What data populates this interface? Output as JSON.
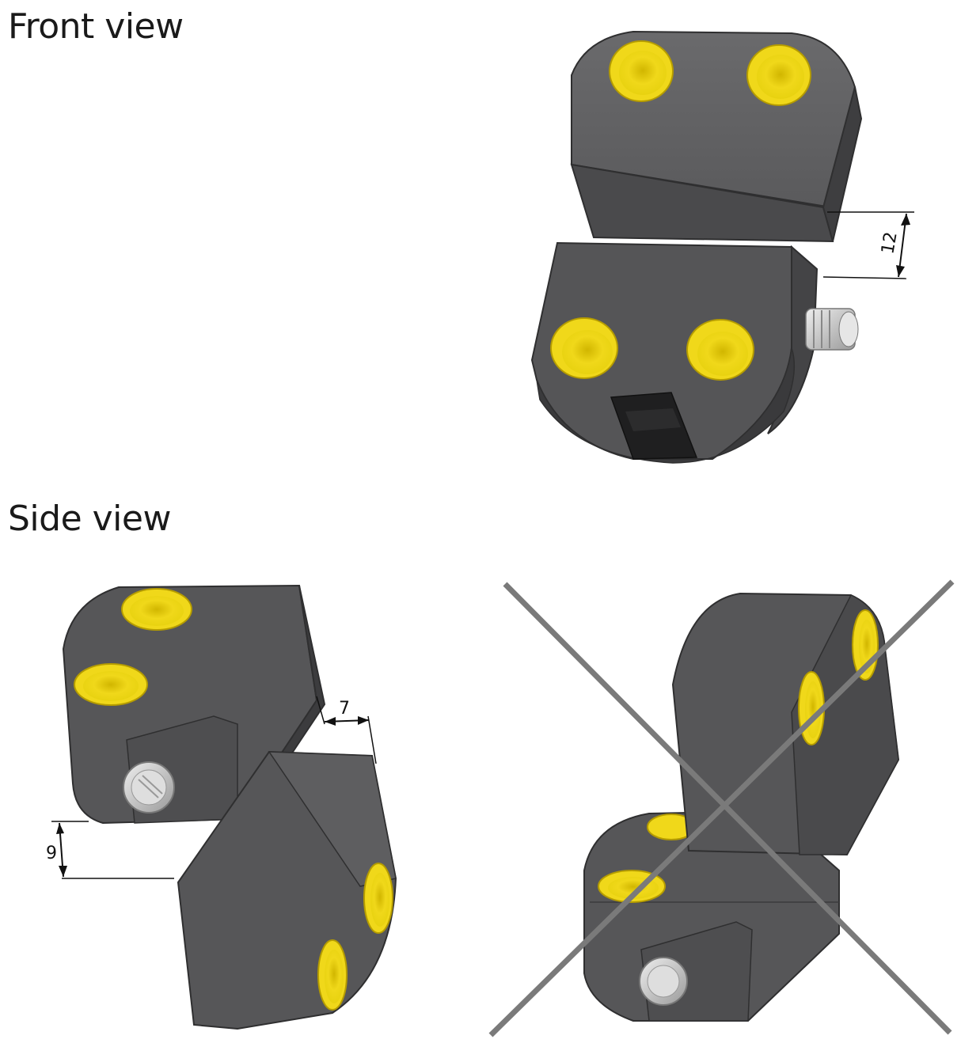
{
  "sections": {
    "front": {
      "title": "Front view"
    },
    "side": {
      "title": "Side view"
    }
  },
  "dimensions": {
    "front_gap": "12",
    "side_offset": "7",
    "side_gap": "9"
  },
  "colors": {
    "housing": "#555557",
    "housing_dark": "#3e3e40",
    "housing_light": "#6a6a6c",
    "insert": "#f2dc1a",
    "insert_dark": "#c7aa00",
    "connector": "#c9c9c9",
    "cross": "#7a7a7a"
  },
  "icons": [
    "yellow-mounting-hole",
    "m12-connector",
    "incorrect-cross-mark"
  ]
}
